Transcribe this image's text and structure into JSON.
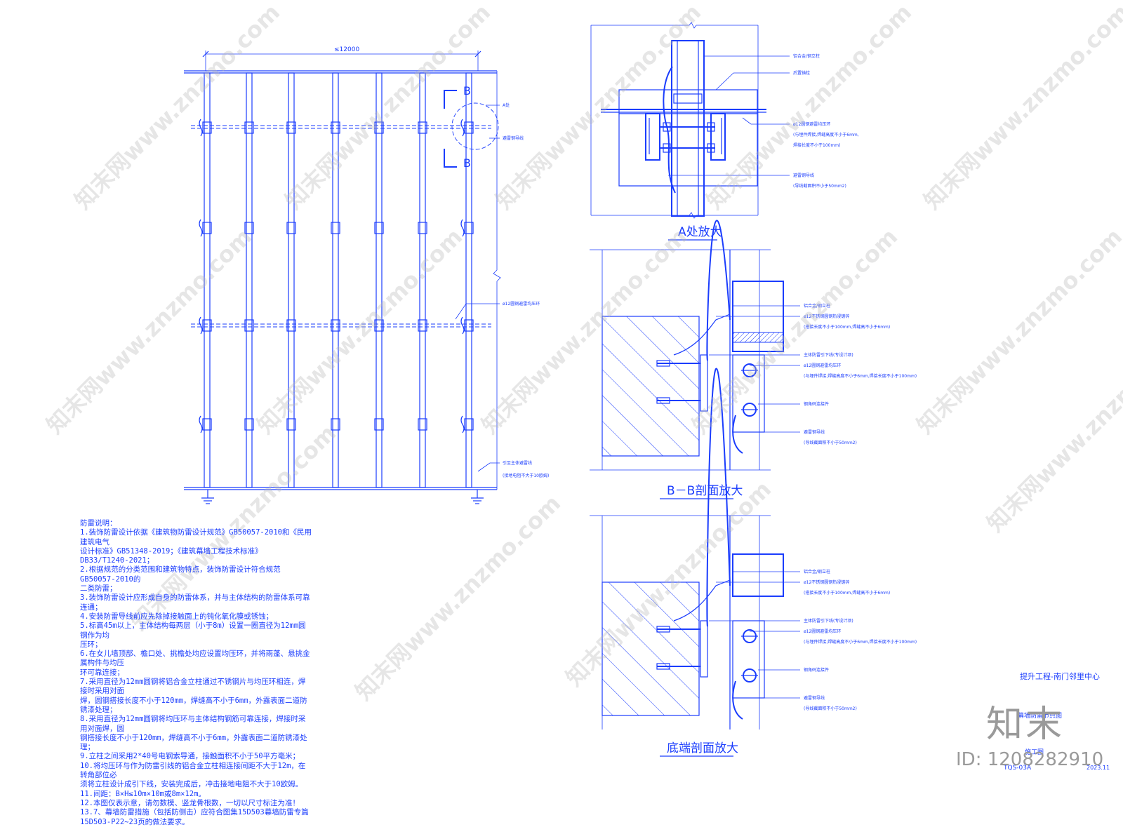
{
  "elevation": {
    "dimension": "≤12000",
    "section_mark": "B",
    "labels": {
      "zone_a": "A处",
      "guide_line": "避雷钢导线",
      "ring": "ø12圆钢避雷均压环",
      "ground_1": "引至主体避雷线",
      "ground_2": "(接地电阻不大于10欧姆)"
    }
  },
  "detail_a": {
    "title": "A处放大",
    "labels": [
      "铝合金/钢立柱",
      "后置锚栓",
      "ø12圆钢避雷均压环",
      "(与埋件焊接,焊缝高度不小于6mm,",
      "焊接长度不小于100mm)",
      "避雷钢导线",
      "(导线截面积不小于50mm2)"
    ]
  },
  "detail_b": {
    "title": "B－B剖面放大",
    "labels": [
      "铝合金/钢立柱",
      "ø12不锈钢圆钢热浸镀锌",
      "(搭接长度不小于100mm,焊缝高不小于6mm)",
      "主体防雷引下线(专设计项)",
      "ø12圆钢避雷均压环",
      "(与埋件焊接,焊缝高度不小于6mm,焊接长度不小于100mm)",
      "钢角码连接件",
      "避雷钢导线",
      "(导线截面积不小于50mm2)"
    ]
  },
  "detail_c": {
    "title": "底端剖面放大",
    "labels": [
      "铝合金/钢立柱",
      "ø12不锈钢圆钢热浸镀锌",
      "(搭接长度不小于100mm,焊缝高不小于6mm)",
      "主体防雷引下线(专设计项)",
      "ø12圆钢避雷均压环",
      "(与埋件焊接,焊缝高度不小于6mm,焊接长度不小于100mm)",
      "钢角码连接件",
      "避雷钢导线",
      "(导线截面积不小于50mm2)"
    ]
  },
  "notes": {
    "heading": "防雷说明：",
    "lines": [
      "1.装饰防雷设计依据《建筑物防雷设计规范》GB50057-2010和《民用建筑电气",
      "设计标准》GB51348-2019；《建筑幕墙工程技术标准》",
      "DB33/T1240-2021；",
      "2.根据规范的分类范围和建筑物特点，装饰防雷设计符合规范GB50057-2010的",
      "二类防雷；",
      "3.装饰防雷设计应形成自身的防雷体系，并与主体结构的防雷体系可靠连通；",
      "4.安装防雷导线前应先除掉接触面上的钝化氧化膜或锈蚀；",
      "5.标高45m以上，主体结构每两层（小于8m）设置一圈直径为12mm圆钢作为均",
      "压环；",
      "6.在女儿墙顶部、檐口处、挑檐处均应设置均压环，并将雨蓬、悬挑金属构件与均压",
      "环可靠连接；",
      "7.采用直径为12mm圆钢将铝合金立柱通过不锈钢片与均压环相连，焊接时采用对面",
      "焊，圆钢搭接长度不小于120mm，焊缝高不小于6mm，外露表面二道防锈漆处理；",
      "8.采用直径为12mm圆钢将均压环与主体结构钢筋可靠连接，焊接时采用对面焊，圆",
      "钢搭接长度不小于120mm，焊缝高不小于6mm，外露表面二道防锈漆处理；",
      "9.立柱之间采用2*40号电钢索导通，接触面积不小于50平方毫米；",
      "10.将均压环与作为防雷引线的铝合金立柱相连接间距不大于12m，在转角部位必",
      "须将立柱设计成引下线，安装完成后，冲击接地电阻不大于10欧姆。",
      "11.间距：B×H≤10m×10m或8m×12m。",
      "12.本图仅表示意，请勿数模、竖龙骨根数，一切以尺寸标注为准！",
      "13.7、幕墙防雷措施（包括防侧击）应符合图集15D503幕墙防雷专篇",
      "15D503-P22~23页的做法要求。"
    ]
  },
  "title_block": {
    "project": "提升工程-南门邻里中心",
    "drawing": "幕墙防雷节点图",
    "stage": "施工图",
    "number": "TQS-03A",
    "date": "2023.11"
  },
  "branding": {
    "logo": "知末",
    "id": "ID: 1208282910",
    "watermark": "知末网www.znzmo.com"
  }
}
